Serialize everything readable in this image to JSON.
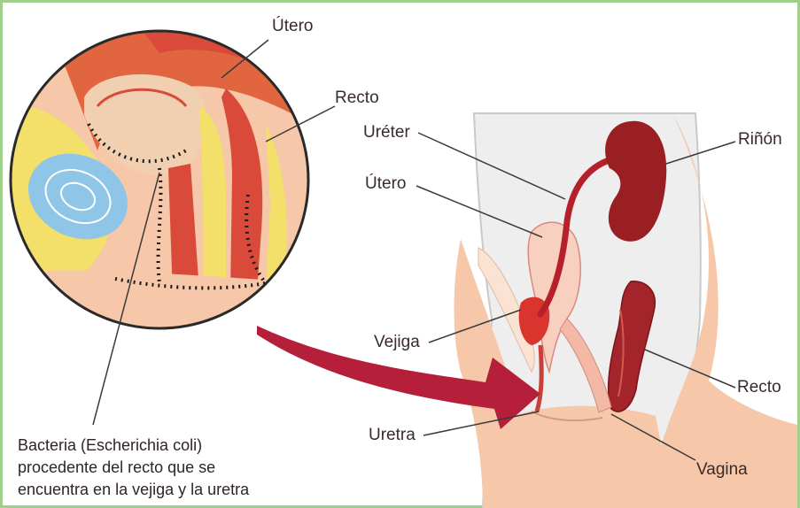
{
  "labels": {
    "inset_utero": "Útero",
    "inset_recto": "Recto",
    "ureter": "Uréter",
    "rinon": "Riñón",
    "utero": "Útero",
    "vejiga": "Vejiga",
    "recto": "Recto",
    "uretra": "Uretra",
    "vagina": "Vagina"
  },
  "caption": {
    "line1": "Bacteria (Escherichia coli)",
    "line2": "procedente del recto que se",
    "line3": "encuentra en la vejiga y la uretra"
  },
  "colors": {
    "frame_border": "#9fd08a",
    "tissue_red": "#d94a3a",
    "tissue_yellow": "#f2e06a",
    "kidney": "#9a1f23",
    "skin": "#f6c7a8",
    "arrow": "#b51f3a",
    "bladder_blue": "#8fc6e8"
  }
}
